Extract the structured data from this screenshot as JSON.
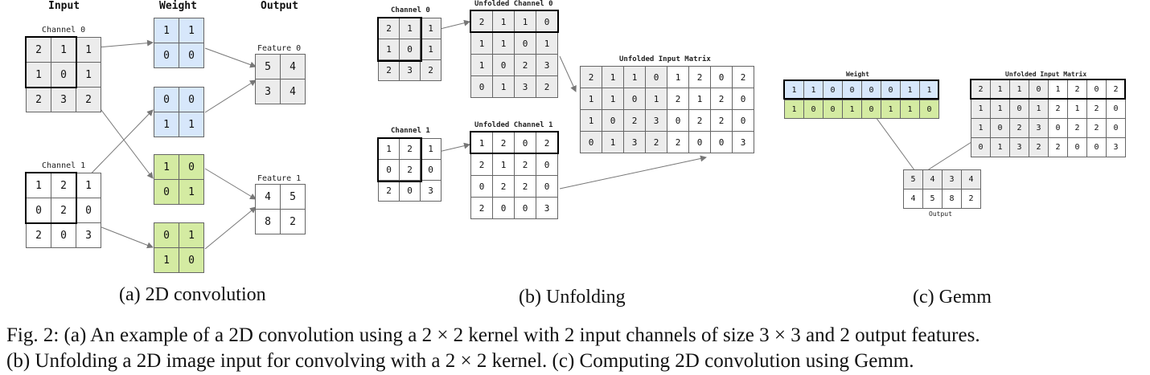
{
  "colors": {
    "blue": "#d7e7fb",
    "green": "#d4eba2",
    "grey": "#ececec",
    "arrow": "#777777"
  },
  "panel_a": {
    "input_header": "Input",
    "weight_header": "Weight",
    "output_header": "Output",
    "channel0_label": "Channel 0",
    "channel1_label": "Channel 1",
    "feature0_label": "Feature 0",
    "feature1_label": "Feature 1",
    "channel0": [
      "2",
      "1",
      "1",
      "1",
      "0",
      "1",
      "2",
      "3",
      "2"
    ],
    "channel1": [
      "1",
      "2",
      "1",
      "0",
      "2",
      "0",
      "2",
      "0",
      "3"
    ],
    "w0": [
      "1",
      "1",
      "0",
      "0"
    ],
    "w1": [
      "0",
      "0",
      "1",
      "1"
    ],
    "w2": [
      "1",
      "0",
      "0",
      "1"
    ],
    "w3": [
      "0",
      "1",
      "1",
      "0"
    ],
    "feature0": [
      "5",
      "4",
      "3",
      "4"
    ],
    "feature1": [
      "4",
      "5",
      "8",
      "2"
    ],
    "caption": "(a) 2D convolution"
  },
  "panel_b": {
    "channel0_label": "Channel 0",
    "channel1_label": "Channel 1",
    "unfolded0_label": "Unfolded Channel 0",
    "unfolded1_label": "Unfolded Channel 1",
    "matrix_label": "Unfolded Input Matrix",
    "channel0": [
      "2",
      "1",
      "1",
      "1",
      "0",
      "1",
      "2",
      "3",
      "2"
    ],
    "channel1": [
      "1",
      "2",
      "1",
      "0",
      "2",
      "0",
      "2",
      "0",
      "3"
    ],
    "unfolded0": [
      "2",
      "1",
      "1",
      "0",
      "1",
      "1",
      "0",
      "1",
      "1",
      "0",
      "2",
      "3",
      "0",
      "1",
      "3",
      "2"
    ],
    "unfolded1": [
      "1",
      "2",
      "0",
      "2",
      "2",
      "1",
      "2",
      "0",
      "0",
      "2",
      "2",
      "0",
      "2",
      "0",
      "0",
      "3"
    ],
    "matrix": [
      "2",
      "1",
      "1",
      "0",
      "1",
      "2",
      "0",
      "2",
      "1",
      "1",
      "0",
      "1",
      "2",
      "1",
      "2",
      "0",
      "1",
      "0",
      "2",
      "3",
      "0",
      "2",
      "2",
      "0",
      "0",
      "1",
      "3",
      "2",
      "2",
      "0",
      "0",
      "3"
    ],
    "caption": "(b) Unfolding"
  },
  "panel_c": {
    "weight_label": "Weight",
    "matrix_label": "Unfolded Input Matrix",
    "output_label": "Output",
    "weight_row0": [
      "1",
      "1",
      "0",
      "0",
      "0",
      "0",
      "1",
      "1"
    ],
    "weight_row1": [
      "1",
      "0",
      "0",
      "1",
      "0",
      "1",
      "1",
      "0"
    ],
    "matrix": [
      "2",
      "1",
      "1",
      "0",
      "1",
      "2",
      "0",
      "2",
      "1",
      "1",
      "0",
      "1",
      "2",
      "1",
      "2",
      "0",
      "1",
      "0",
      "2",
      "3",
      "0",
      "2",
      "2",
      "0",
      "0",
      "1",
      "3",
      "2",
      "2",
      "0",
      "0",
      "3"
    ],
    "output": [
      "5",
      "4",
      "3",
      "4",
      "4",
      "5",
      "8",
      "2"
    ],
    "caption": "(c) Gemm"
  },
  "figure_caption": {
    "line1": "Fig. 2: (a) An example of a 2D convolution using a 2 × 2 kernel with 2 input channels of size 3 × 3 and 2 output features.",
    "line2": "(b) Unfolding a 2D image input for convolving with a 2 × 2 kernel. (c) Computing 2D convolution using Gemm."
  }
}
